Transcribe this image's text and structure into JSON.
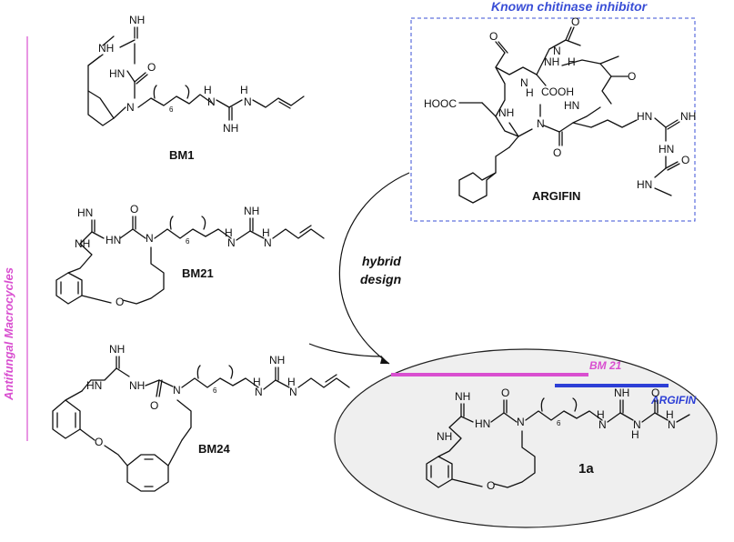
{
  "header": {
    "known_label": "Known chitinase inhibitor",
    "known_color": "#3a4fd6"
  },
  "side": {
    "vertical_label": "Antifungal Macrocycles",
    "color": "#d94fd0"
  },
  "compounds": {
    "bm1": "BM1",
    "bm21": "BM21",
    "bm24": "BM24",
    "argifin": "ARGIFIN",
    "target": "1a"
  },
  "arrow": {
    "line1": "hybrid",
    "line2": "design"
  },
  "hybrid_bars": {
    "bm21_label": "BM 21",
    "bm21_color": "#d94fd0",
    "argifin_label": "ARGIFIN",
    "argifin_color": "#2d3fd6"
  },
  "atoms": {
    "nh": "NH",
    "hn": "HN",
    "n": "N",
    "h": "H",
    "o": "O",
    "six": "6",
    "cooh": "COOH",
    "hooc": "HOOC"
  },
  "colors": {
    "ellipse_fill": "#efefef",
    "bond": "#111111"
  }
}
